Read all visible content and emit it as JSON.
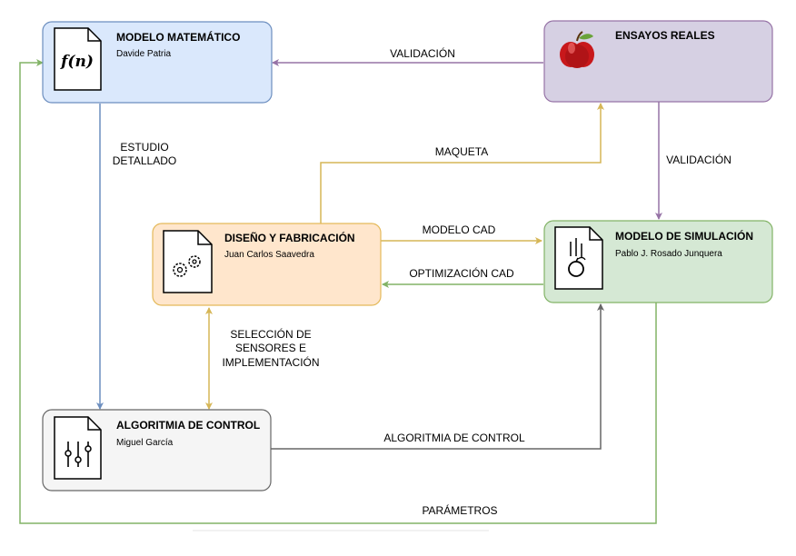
{
  "colors": {
    "blue_fill": "#dae8fc",
    "blue_stroke": "#6c8ebf",
    "purple_fill": "#d6d0e3",
    "purple_stroke": "#9673a6",
    "orange_fill": "#ffe6cc",
    "orange_stroke": "#e4b95a",
    "green_fill": "#d5e8d4",
    "green_stroke": "#82b366",
    "gray_fill": "#f5f5f5",
    "gray_stroke": "#666666",
    "edge_yellow": "#d6b656",
    "edge_purple": "#9673a6",
    "edge_blue": "#6c8ebf",
    "edge_green": "#82b366",
    "edge_gray": "#666666"
  },
  "nodes": {
    "modelo_matematico": {
      "title": "MODELO MATEMÁTICO",
      "author": "Davide Patria",
      "icon": "function-document-icon",
      "icon_text": "f(n)"
    },
    "ensayos_reales": {
      "title": "ENSAYOS REALES",
      "icon": "apple-icon"
    },
    "diseno_fabricacion": {
      "title": "DISEÑO Y FABRICACIÓN",
      "author": "Juan Carlos Saavedra",
      "icon": "gears-document-icon"
    },
    "modelo_simulacion": {
      "title": "MODELO DE SIMULACIÓN",
      "author": "Pablo J. Rosado Junquera",
      "icon": "falling-apple-document-icon"
    },
    "algoritmia_control": {
      "title": "ALGORITMIA DE CONTROL",
      "author": "Miguel García",
      "icon": "sliders-document-icon"
    }
  },
  "edges": {
    "validacion_top": "VALIDACIÓN",
    "validacion_right": "VALIDACIÓN",
    "estudio_1": "ESTUDIO",
    "estudio_2": "DETALLADO",
    "maqueta": "MAQUETA",
    "modelo_cad": "MODELO CAD",
    "optimizacion_cad": "OPTIMIZACIÓN CAD",
    "seleccion_1": "SELECCIÓN DE",
    "seleccion_2": "SENSORES E",
    "seleccion_3": "IMPLEMENTACIÓN",
    "algoritmia": "ALGORITMIA DE CONTROL",
    "parametros": "PARÁMETROS"
  }
}
